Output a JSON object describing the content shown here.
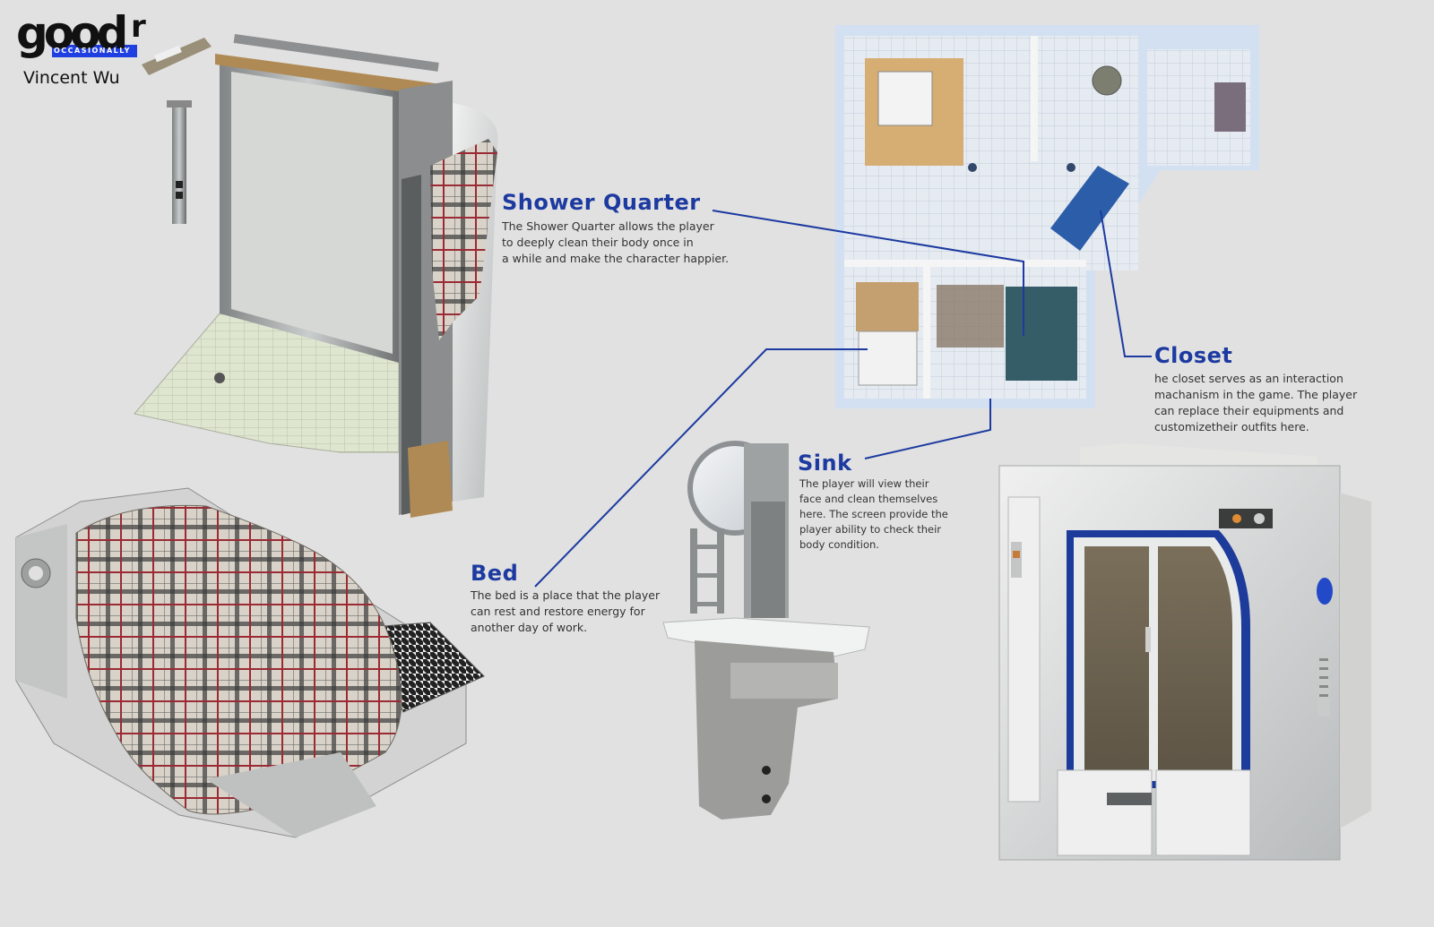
{
  "logo": {
    "main": "good",
    "r_mark": "r",
    "tagline": "OCCASIONALLY"
  },
  "author": "Vincent Wu",
  "sections": {
    "shower": {
      "title": "Shower Quarter",
      "lines": [
        "The Shower Quarter allows the player",
        "to deeply clean their body once in",
        "a while and make the character happier."
      ]
    },
    "closet": {
      "title": "Closet",
      "lines": [
        "he closet serves as an interaction",
        "machanism in the game. The player",
        "can replace their equipments and",
        "customizetheir outfits here."
      ]
    },
    "sink": {
      "title": "Sink",
      "lines": [
        "The player will view their",
        "face and clean themselves",
        "here. The screen provide the",
        "player ability to check their",
        "body condition."
      ]
    },
    "bed": {
      "title": "Bed",
      "lines": [
        "The bed is a place that the player",
        "can rest and restore energy for",
        "another day of work."
      ]
    }
  },
  "colors": {
    "accent": "#1c3aa0",
    "background": "#e1e1e1",
    "logo_blue": "#1f3fe0"
  }
}
